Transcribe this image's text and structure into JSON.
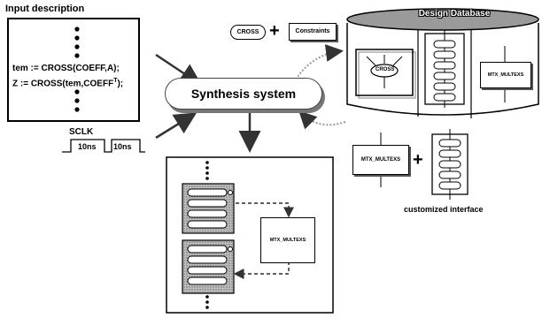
{
  "input": {
    "heading": "Input description",
    "line1": "tem := CROSS(COEFF,A);",
    "line2_pre": "Z := CROSS(tem,COEFF",
    "line2_sup": "T",
    "line2_post": ");",
    "clock_label": "SCLK",
    "period1": "10ns",
    "period2": "10ns"
  },
  "synthesis": {
    "label": "Synthesis system"
  },
  "library": {
    "cross_label": "CROSS",
    "plus": "+",
    "constraints_label": "Constraints"
  },
  "database": {
    "title": "Design Database",
    "cross_node": "CROSS",
    "mult_label": "MTX_MULTEXS"
  },
  "custom": {
    "mult_label": "MTX_MULTEXS",
    "plus": "+",
    "caption": "customized interface"
  },
  "result": {
    "mult_label": "MTX_MULTEXS"
  }
}
